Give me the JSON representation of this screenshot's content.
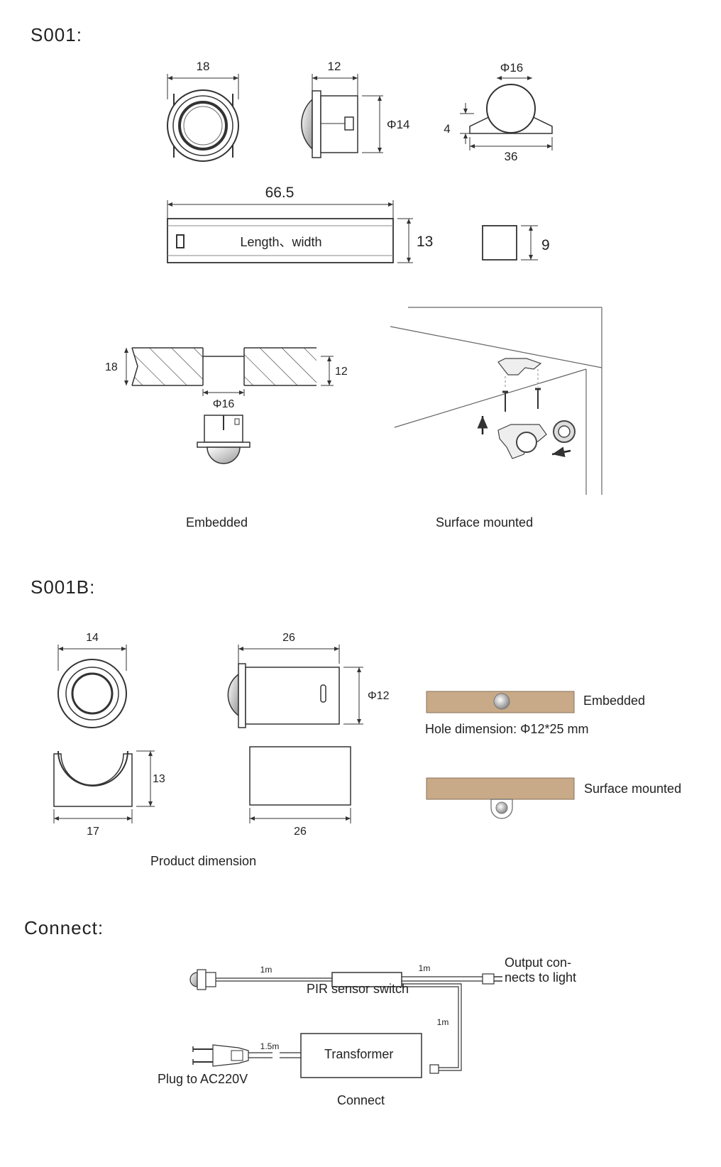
{
  "s001": {
    "heading": "S001:",
    "dims": {
      "front_width": "18",
      "side_depth": "12",
      "side_diameter": "Φ14",
      "clip_diameter": "Φ16",
      "clip_height": "4",
      "clip_width": "36",
      "bar_length": "66.5",
      "bar_height": "13",
      "end_height": "9",
      "panel_thickness": "18",
      "hole_depth": "12",
      "hole_diameter": "Φ16"
    },
    "bar_label": "Length、width",
    "caption_embedded": "Embedded",
    "caption_surface": "Surface mounted"
  },
  "s001b": {
    "heading": "S001B:",
    "dims": {
      "front_width": "14",
      "side_length": "26",
      "side_diameter": "Φ12",
      "clip_height": "13",
      "clip_width": "17",
      "body_width": "26"
    },
    "label_embedded": "Embedded",
    "hole_dimension": "Hole dimension: Φ12*25 mm",
    "label_surface": "Surface mounted",
    "caption_product": "Product dimension"
  },
  "connect": {
    "heading": "Connect:",
    "len_sensor": "1m",
    "len_output": "1m",
    "len_vertical": "1m",
    "len_plug": "1.5m",
    "pir_label": "PIR sensor switch",
    "output_label_1": "Output con-",
    "output_label_2": "nects to light",
    "transformer_label": "Transformer",
    "plug_label": "Plug to AC220V",
    "caption": "Connect"
  },
  "colors": {
    "wood": "#c8aa88",
    "line": "#333333"
  }
}
